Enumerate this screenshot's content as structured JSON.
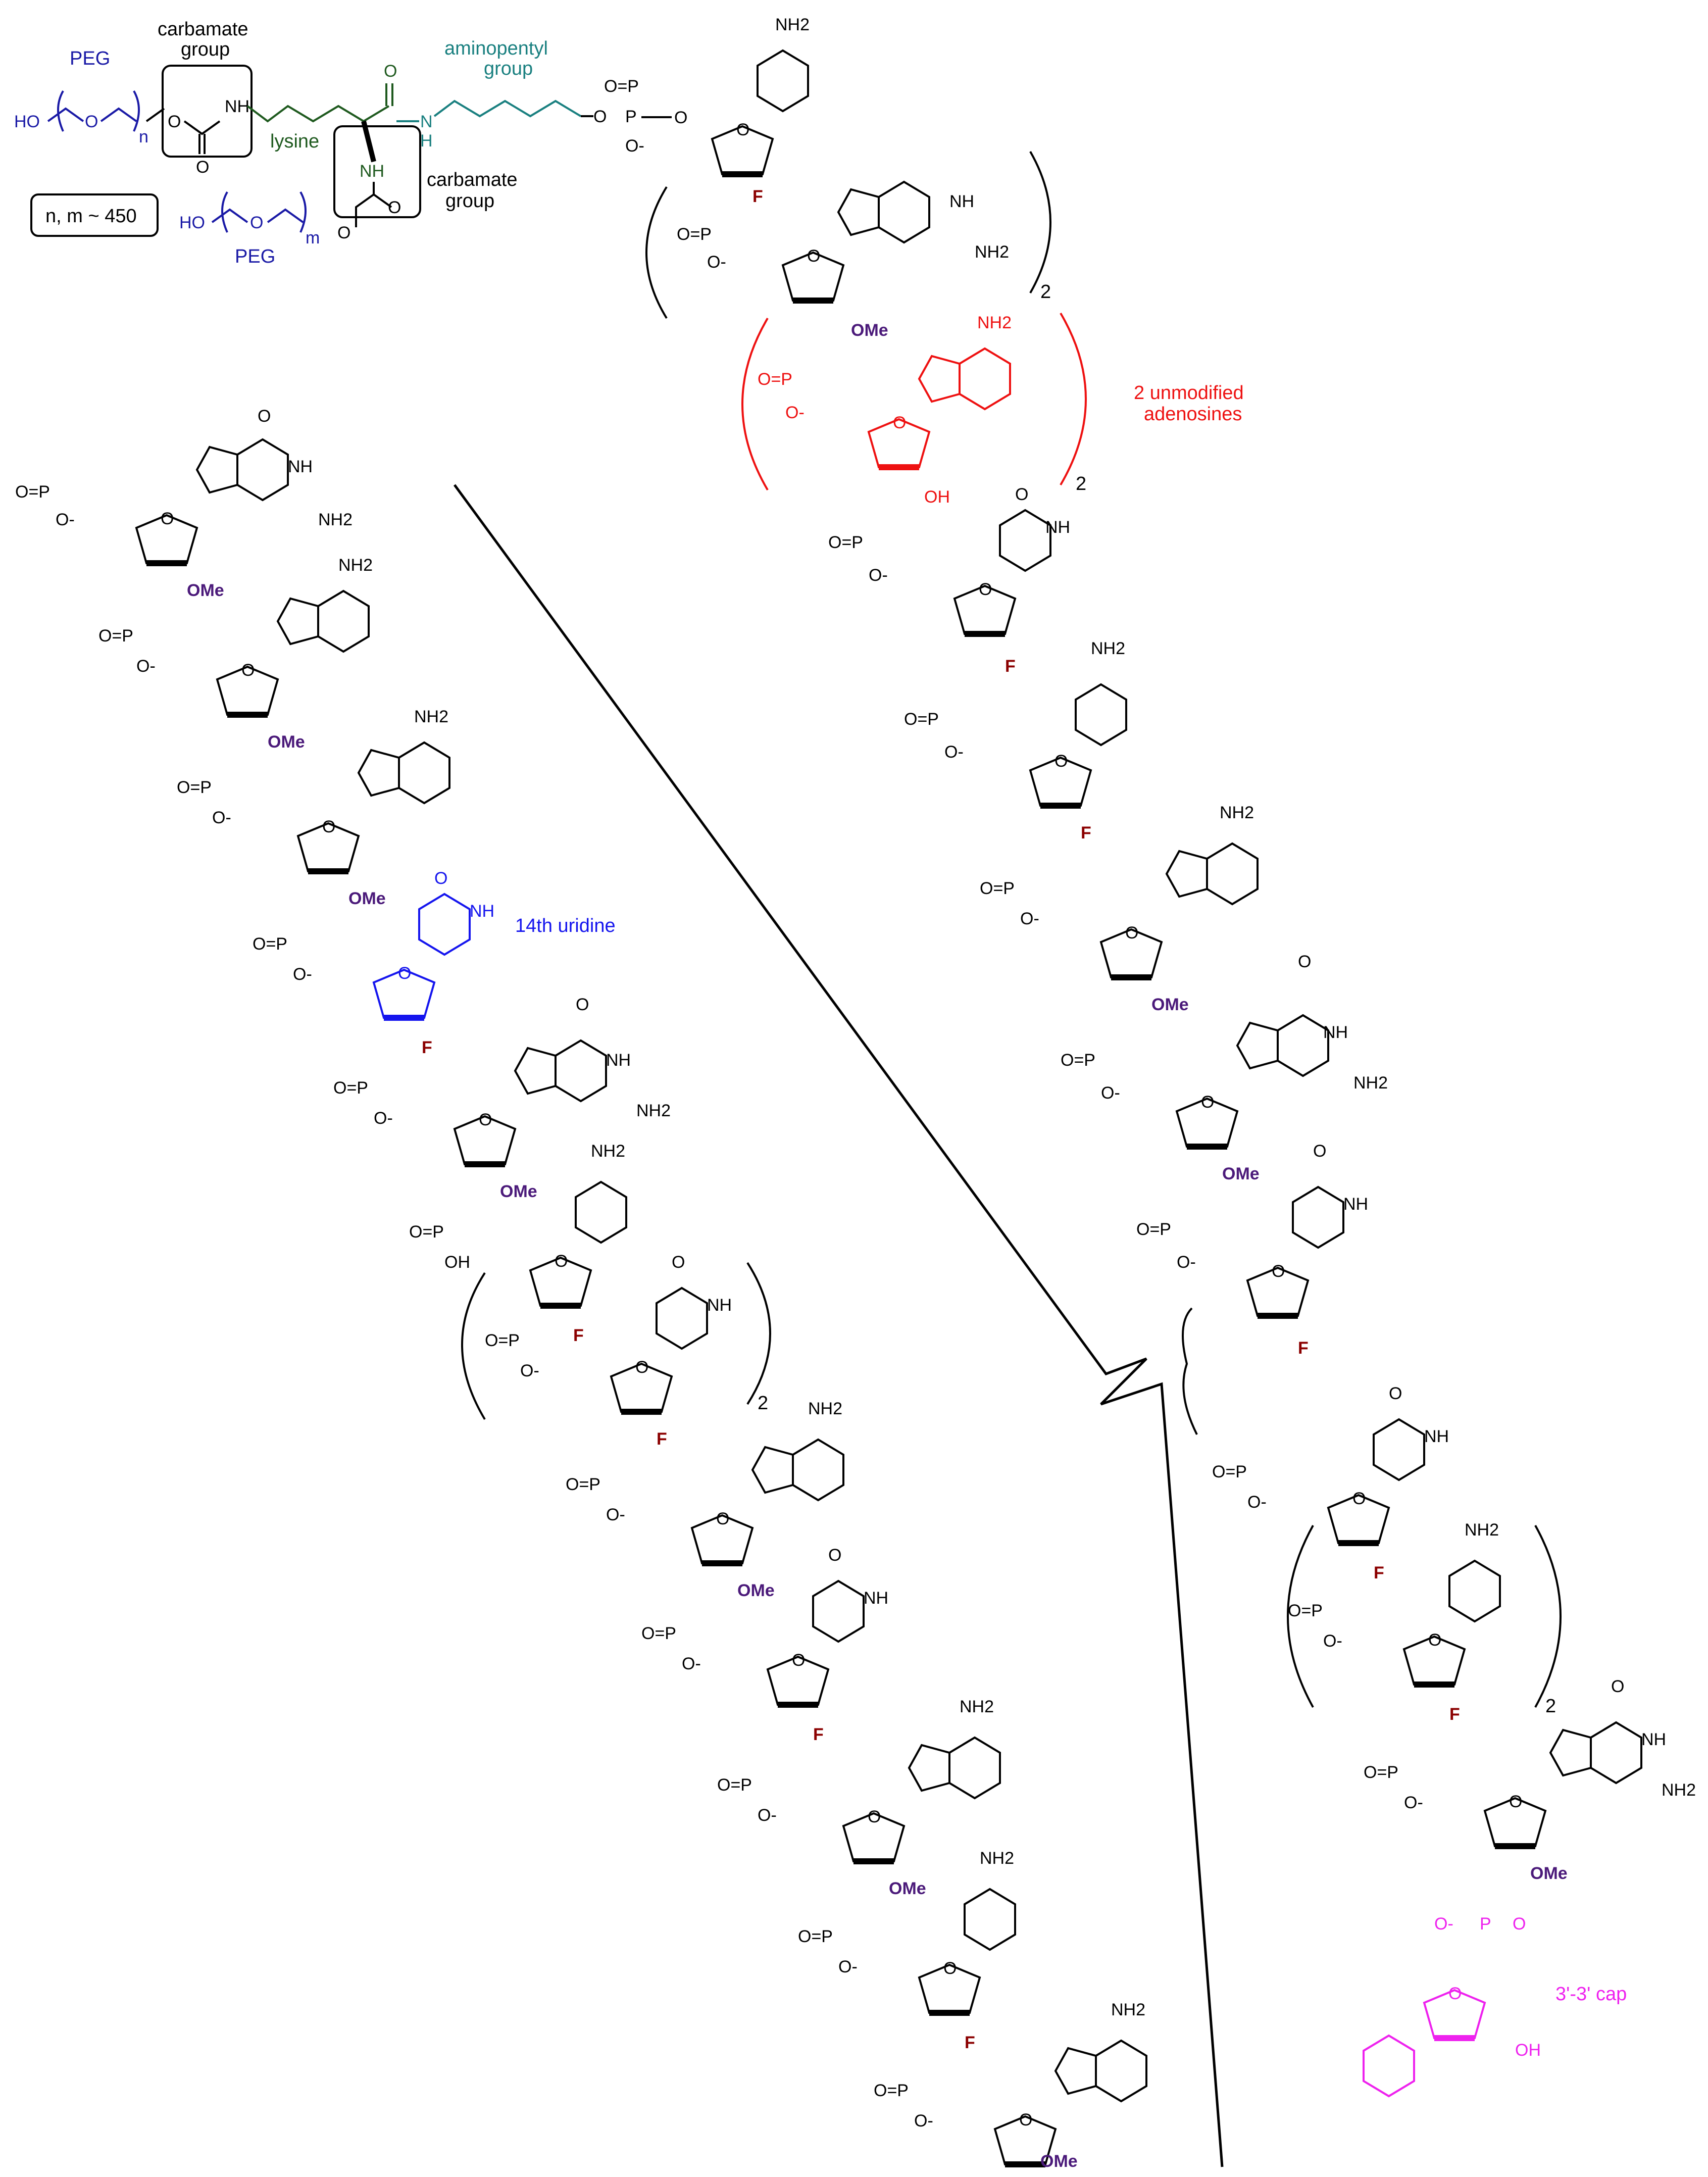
{
  "labels": {
    "peg_top": "PEG",
    "peg_bottom": "PEG",
    "n": "n",
    "m": "m",
    "ho": "HO",
    "o": "O",
    "carbamate_top_1": "carbamate",
    "carbamate_top_2": "group",
    "carbamate_bottom_1": "carbamate",
    "carbamate_bottom_2": "group",
    "lysine": "lysine",
    "aminopentyl_1": "aminopentyl",
    "aminopentyl_2": "group",
    "nm_box": "n, m ~ 450",
    "unmod_1": "2 unmodified",
    "unmod_2": "adenosines",
    "uridine14": "14th uridine",
    "cap": "3'-3' cap",
    "rep": "2",
    "F": "F",
    "OMe": "OMe",
    "OH": "OH",
    "NH": "NH",
    "N": "N",
    "H": "H",
    "NH2": "NH2",
    "P": "P",
    "Ominus": "O-",
    "OPO": "O=P",
    "Oeq": "O"
  },
  "colors": {
    "peg": "#1a1aa6",
    "lysine": "#1f5a1f",
    "aminopentyl": "#1a8080",
    "adenosine": "#ee1111",
    "uridine14": "#1515ee",
    "cap": "#ee22ee",
    "fluoro": "#8b0000",
    "methoxy": "#4b1a7a",
    "structure": "#000000"
  }
}
